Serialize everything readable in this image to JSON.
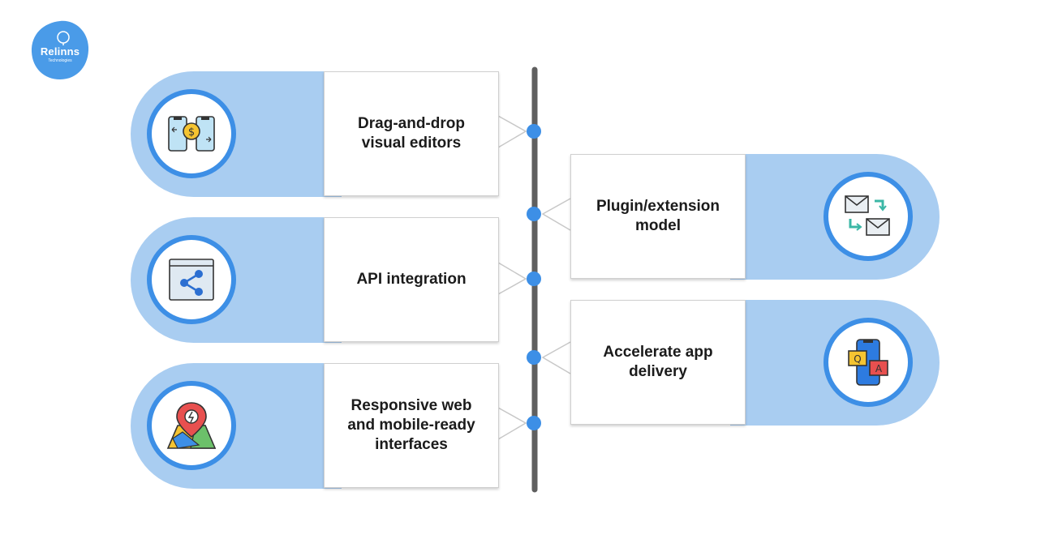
{
  "logo": {
    "name": "Relinns",
    "sub": "Technologies",
    "color": "#4a9be8"
  },
  "colors": {
    "pill": "#a9cdf1",
    "ring": "#3d8fe6",
    "timeline": "#5f5f5f",
    "node": "#3d8fe6"
  },
  "features": [
    {
      "label": "Drag-and-drop\nvisual editors",
      "icon": "phone-payment-transfer-icon"
    },
    {
      "label": "Plugin/extension\nmodel",
      "icon": "mail-exchange-icon"
    },
    {
      "label": "API integration",
      "icon": "share-window-icon"
    },
    {
      "label": "Accelerate app\ndelivery",
      "icon": "qa-chat-phone-icon"
    },
    {
      "label": "Responsive web\nand mobile-ready\ninterfaces",
      "icon": "map-location-pin-icon"
    }
  ]
}
